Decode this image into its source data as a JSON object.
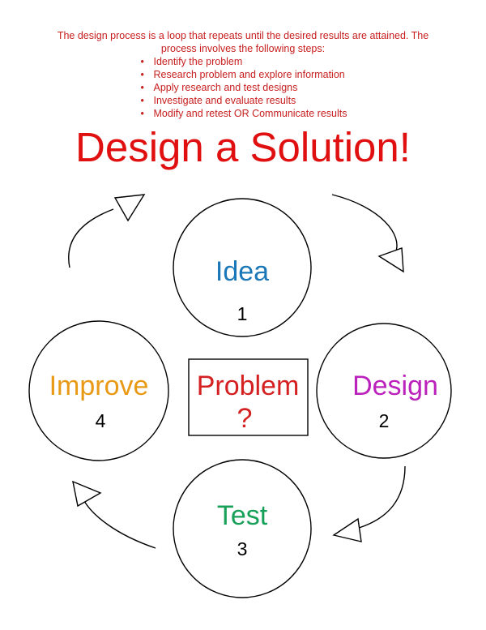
{
  "intro": {
    "line1": "The design process is a loop that repeats until the desired results are attained.  The",
    "line2": "process involves the following steps:",
    "steps": [
      "Identify the problem",
      "Research problem and explore information",
      "Apply research and test designs",
      "Investigate and evaluate results",
      "Modify and retest  OR  Communicate results"
    ]
  },
  "title": "Design a Solution!",
  "cycle": [
    {
      "label": "Idea",
      "number": "1",
      "color": "#1a78b8"
    },
    {
      "label": "Design",
      "number": "2",
      "color": "#bb22bb"
    },
    {
      "label": "Test",
      "number": "3",
      "color": "#16a058"
    },
    {
      "label": "Improve",
      "number": "4",
      "color": "#e89a16"
    }
  ],
  "center": {
    "label": "Problem",
    "symbol": "?",
    "color": "#d42020"
  },
  "colors": {
    "text_red": "#c81e1e",
    "title_red": "#e01010",
    "outline": "#000000"
  },
  "icons": [
    "triangle-arrowhead-icon"
  ]
}
